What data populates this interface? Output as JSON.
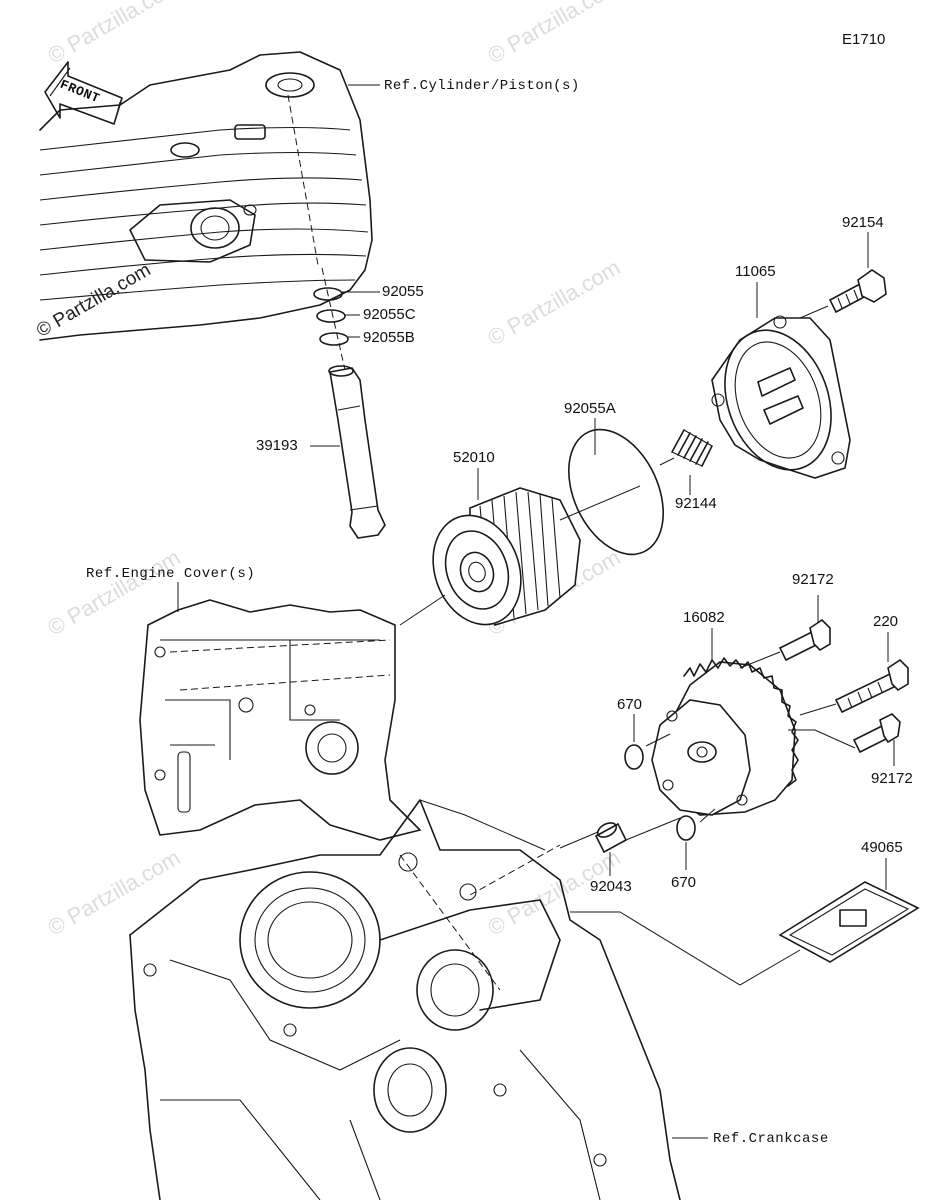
{
  "diagram_code": "E1710",
  "watermark": "© Partzilla.com",
  "front_label": "FRONT",
  "refs": {
    "cylinder": "Ref.Cylinder/Piston(s)",
    "engine_cover": "Ref.Engine Cover(s)",
    "crankcase": "Ref.Crankcase"
  },
  "parts": {
    "p92055": "92055",
    "p92055C": "92055C",
    "p92055B": "92055B",
    "p39193": "39193",
    "p52010": "52010",
    "p92055A": "92055A",
    "p11065": "11065",
    "p92154": "92154",
    "p92144": "92144",
    "p92172_top": "92172",
    "p16082": "16082",
    "p220": "220",
    "p670_top": "670",
    "p92172_bottom": "92172",
    "p92043": "92043",
    "p670_bottom": "670",
    "p49065": "49065"
  }
}
